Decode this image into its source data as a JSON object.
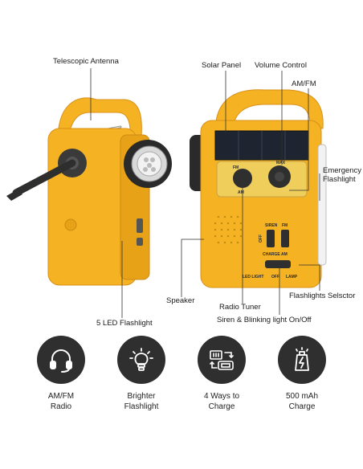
{
  "callouts": {
    "telescopic_antenna": "Telescopic Antenna",
    "solar_panel": "Solar Panel",
    "volume_control": "Volume Control",
    "am_fm": "AM/FM",
    "emergency_flashlight_line1": "Emergency",
    "emergency_flashlight_line2": "Flashlight",
    "speaker": "Speaker",
    "radio_tuner": "Radio Tuner",
    "flashlights_selector": "Flashlights Selsctor",
    "led_flashlight": "5 LED Flashlight",
    "siren_blinking": "Siren & Blinking light On/Off"
  },
  "device_text": {
    "fm": "FM",
    "am": "AM",
    "max": "MAX",
    "siren": "SIREN",
    "fm_switch": "FM",
    "off": "OFF",
    "charge": "CHARGE",
    "am_switch": "AM",
    "led_light": "LED LIGHT",
    "off2": "OFF",
    "lamp": "LAMP"
  },
  "features": [
    {
      "line1": "AM/FM",
      "line2": "Radio",
      "icon": "headphones-icon"
    },
    {
      "line1": "Brighter",
      "line2": "Flashlight",
      "icon": "light-bulb-icon"
    },
    {
      "line1": "4 Ways to",
      "line2": "Charge",
      "icon": "charging-icon"
    },
    {
      "line1": "500 mAh",
      "line2": "Charge",
      "icon": "battery-icon"
    }
  ],
  "colors": {
    "device_yellow": "#f5b323",
    "icon_circle": "#2f2f2f"
  }
}
